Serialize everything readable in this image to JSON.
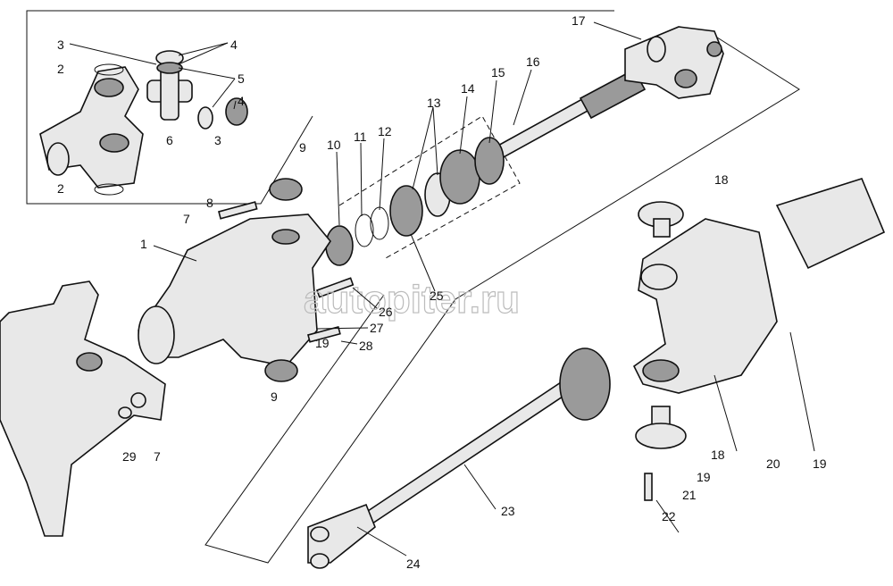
{
  "watermark": "autopiter.ru",
  "callouts": {
    "c17": "17",
    "c4a": "4",
    "c3a": "3",
    "c2a": "2",
    "c5": "5",
    "c4b": "4",
    "c6": "6",
    "c3b": "3",
    "c2b": "2",
    "c16": "16",
    "c15": "15",
    "c14": "14",
    "c13": "13",
    "c9a": "9",
    "c10": "10",
    "c11": "11",
    "c12": "12",
    "c8": "8",
    "c7a": "7",
    "c1": "1",
    "c18a": "18",
    "c25": "25",
    "c26": "26",
    "c27": "27",
    "c28": "28",
    "c19a": "19",
    "c9b": "9",
    "c20": "20",
    "c19b": "19",
    "c29": "29",
    "c7b": "7",
    "c18b": "18",
    "c19c": "19",
    "c21": "21",
    "c22": "22",
    "c23": "23",
    "c24": "24"
  }
}
